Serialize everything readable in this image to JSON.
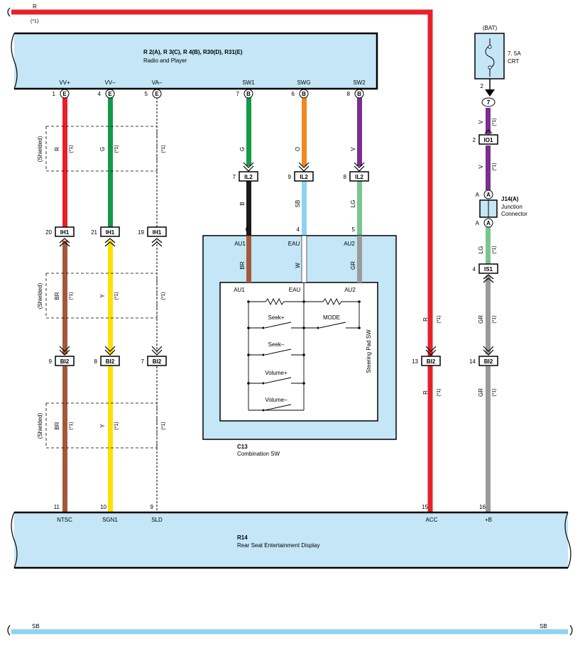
{
  "top_wire": {
    "color_code": "R",
    "note": "(*1)"
  },
  "bottom_wire": {
    "left_label": "SB",
    "right_label": "SB"
  },
  "radio": {
    "title": "R 2(A), R 3(C), R 4(B), R30(D), R31(E)",
    "subtitle": "Radio and Player",
    "pins": [
      {
        "num": "1",
        "conn": "E",
        "name": "VV+"
      },
      {
        "num": "4",
        "conn": "E",
        "name": "VV–"
      },
      {
        "num": "5",
        "conn": "E",
        "name": "VA–"
      },
      {
        "num": "7",
        "conn": "B",
        "name": "SW1"
      },
      {
        "num": "6",
        "conn": "B",
        "name": "SWG"
      },
      {
        "num": "8",
        "conn": "B",
        "name": "SW2"
      }
    ]
  },
  "fuse": {
    "source": "(BAT)",
    "rating": "7. 5A",
    "name": "CRT",
    "pin": "2",
    "pin_out": "7"
  },
  "junction": {
    "id": "J14(A)",
    "line1": "Junction",
    "line2": "Connector",
    "pin_top": "A",
    "pin_bottom": "A",
    "letter_top": "A",
    "letter_bottom": "A"
  },
  "connectors": {
    "io1": {
      "label": "IO1",
      "pin": "2"
    },
    "is1": {
      "label": "IS1",
      "pin": "4"
    },
    "il2": [
      {
        "label": "IL2",
        "pin": "7"
      },
      {
        "label": "IL2",
        "pin": "9"
      },
      {
        "label": "IL2",
        "pin": "8"
      }
    ],
    "ih1": [
      {
        "label": "IH1",
        "pin": "20"
      },
      {
        "label": "IH1",
        "pin": "21"
      },
      {
        "label": "IH1",
        "pin": "19"
      }
    ],
    "bi2": [
      {
        "label": "BI2",
        "pin": "9"
      },
      {
        "label": "BI2",
        "pin": "8"
      },
      {
        "label": "BI2",
        "pin": "7"
      },
      {
        "label": "BI2",
        "pin": "13"
      },
      {
        "label": "BI2",
        "pin": "14"
      }
    ]
  },
  "wire_labels": {
    "shielded": "(Shielded)",
    "note": "(*1)",
    "r": "R",
    "g": "G",
    "br": "BR",
    "y": "Y",
    "sw_top": [
      "G",
      "O",
      "V"
    ],
    "sw_bottom": [
      "B",
      "SB",
      "LG"
    ],
    "inner": [
      "BR",
      "W",
      "GR"
    ],
    "acc": "R",
    "v": "V",
    "lg": "LG",
    "gr": "GR"
  },
  "combination_sw": {
    "id": "C13",
    "name": "Combination SW",
    "pins": [
      {
        "num": "6",
        "name": "AU1"
      },
      {
        "num": "4",
        "name": "EAU"
      },
      {
        "num": "5",
        "name": "AU2"
      }
    ],
    "inner_pins": [
      "AU1",
      "EAU",
      "AU2"
    ],
    "switches": [
      "Seek+",
      "MODE",
      "Seek–",
      "Volume+",
      "Volume–"
    ],
    "vertical_label": "Steering Pad SW"
  },
  "rse": {
    "id": "R14",
    "name": "Rear Seat Entertainment Display",
    "pins": [
      {
        "num": "11",
        "name": "NTSC"
      },
      {
        "num": "10",
        "name": "SGN1"
      },
      {
        "num": "9",
        "name": "SLD"
      },
      {
        "num": "15",
        "name": "ACC"
      },
      {
        "num": "16",
        "name": "+B"
      }
    ]
  },
  "colors": {
    "red": "#e8202a",
    "green": "#129a48",
    "orange": "#f08a1c",
    "violet": "#7b2d91",
    "brown": "#a4583a",
    "yellow": "#ffe000",
    "gray": "#9a9a9a",
    "lightgreen": "#79c58f",
    "skyblue": "#8fd2f2",
    "black": "#1a1a1a",
    "box": "#c4e6f6"
  }
}
